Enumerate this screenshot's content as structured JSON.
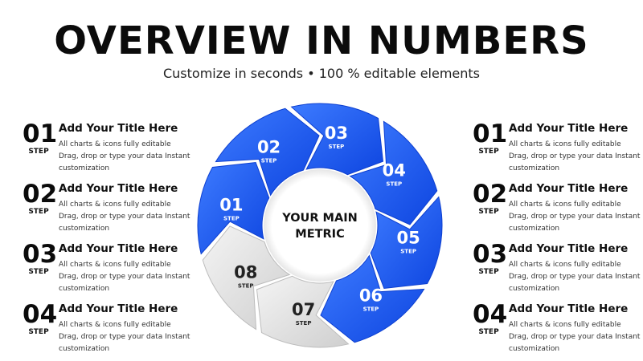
{
  "header": {
    "title": "OVERVIEW IN NUMBERS",
    "subtitle": "Customize in seconds • 100 % editable elements"
  },
  "center": {
    "line1": "YOUR MAIN",
    "line2": "METRIC"
  },
  "colors": {
    "blue": "#1f5cf0",
    "blue_dark": "#0d3fd0",
    "grey": "#e4e4e4",
    "grey_dark": "#bcbcbc"
  },
  "segments": [
    {
      "number": "01",
      "label": "STEP",
      "color": "blue"
    },
    {
      "number": "02",
      "label": "STEP",
      "color": "blue"
    },
    {
      "number": "03",
      "label": "STEP",
      "color": "blue"
    },
    {
      "number": "04",
      "label": "STEP",
      "color": "blue"
    },
    {
      "number": "05",
      "label": "STEP",
      "color": "blue"
    },
    {
      "number": "06",
      "label": "STEP",
      "color": "blue"
    },
    {
      "number": "07",
      "label": "STEP",
      "color": "grey"
    },
    {
      "number": "08",
      "label": "STEP",
      "color": "grey"
    }
  ],
  "left_steps": [
    {
      "number": "01",
      "word": "STEP",
      "title": "Add Your Title Here",
      "lines": [
        "All charts & icons fully editable",
        "Drag, drop or type your data Instant",
        "customization"
      ]
    },
    {
      "number": "02",
      "word": "STEP",
      "title": "Add Your Title Here",
      "lines": [
        "All charts & icons fully editable",
        "Drag, drop or type your data Instant",
        "customization"
      ]
    },
    {
      "number": "03",
      "word": "STEP",
      "title": "Add Your Title Here",
      "lines": [
        "All charts & icons fully editable",
        "Drag, drop or type your data Instant",
        "customization"
      ]
    },
    {
      "number": "04",
      "word": "STEP",
      "title": "Add Your Title Here",
      "lines": [
        "All charts & icons fully editable",
        "Drag, drop or type your data Instant",
        "customization"
      ]
    }
  ],
  "right_steps": [
    {
      "number": "01",
      "word": "STEP",
      "title": "Add Your Title Here",
      "lines": [
        "All charts & icons fully editable",
        "Drag, drop or type your data Instant",
        "customization"
      ]
    },
    {
      "number": "02",
      "word": "STEP",
      "title": "Add Your Title Here",
      "lines": [
        "All charts & icons fully editable",
        "Drag, drop or type your data Instant",
        "customization"
      ]
    },
    {
      "number": "03",
      "word": "STEP",
      "title": "Add Your Title Here",
      "lines": [
        "All charts & icons fully editable",
        "Drag, drop or type your data Instant",
        "customization"
      ]
    },
    {
      "number": "04",
      "word": "STEP",
      "title": "Add Your Title Here",
      "lines": [
        "All charts & icons fully editable",
        "Drag, drop or type your data Instant",
        "customization"
      ]
    }
  ]
}
